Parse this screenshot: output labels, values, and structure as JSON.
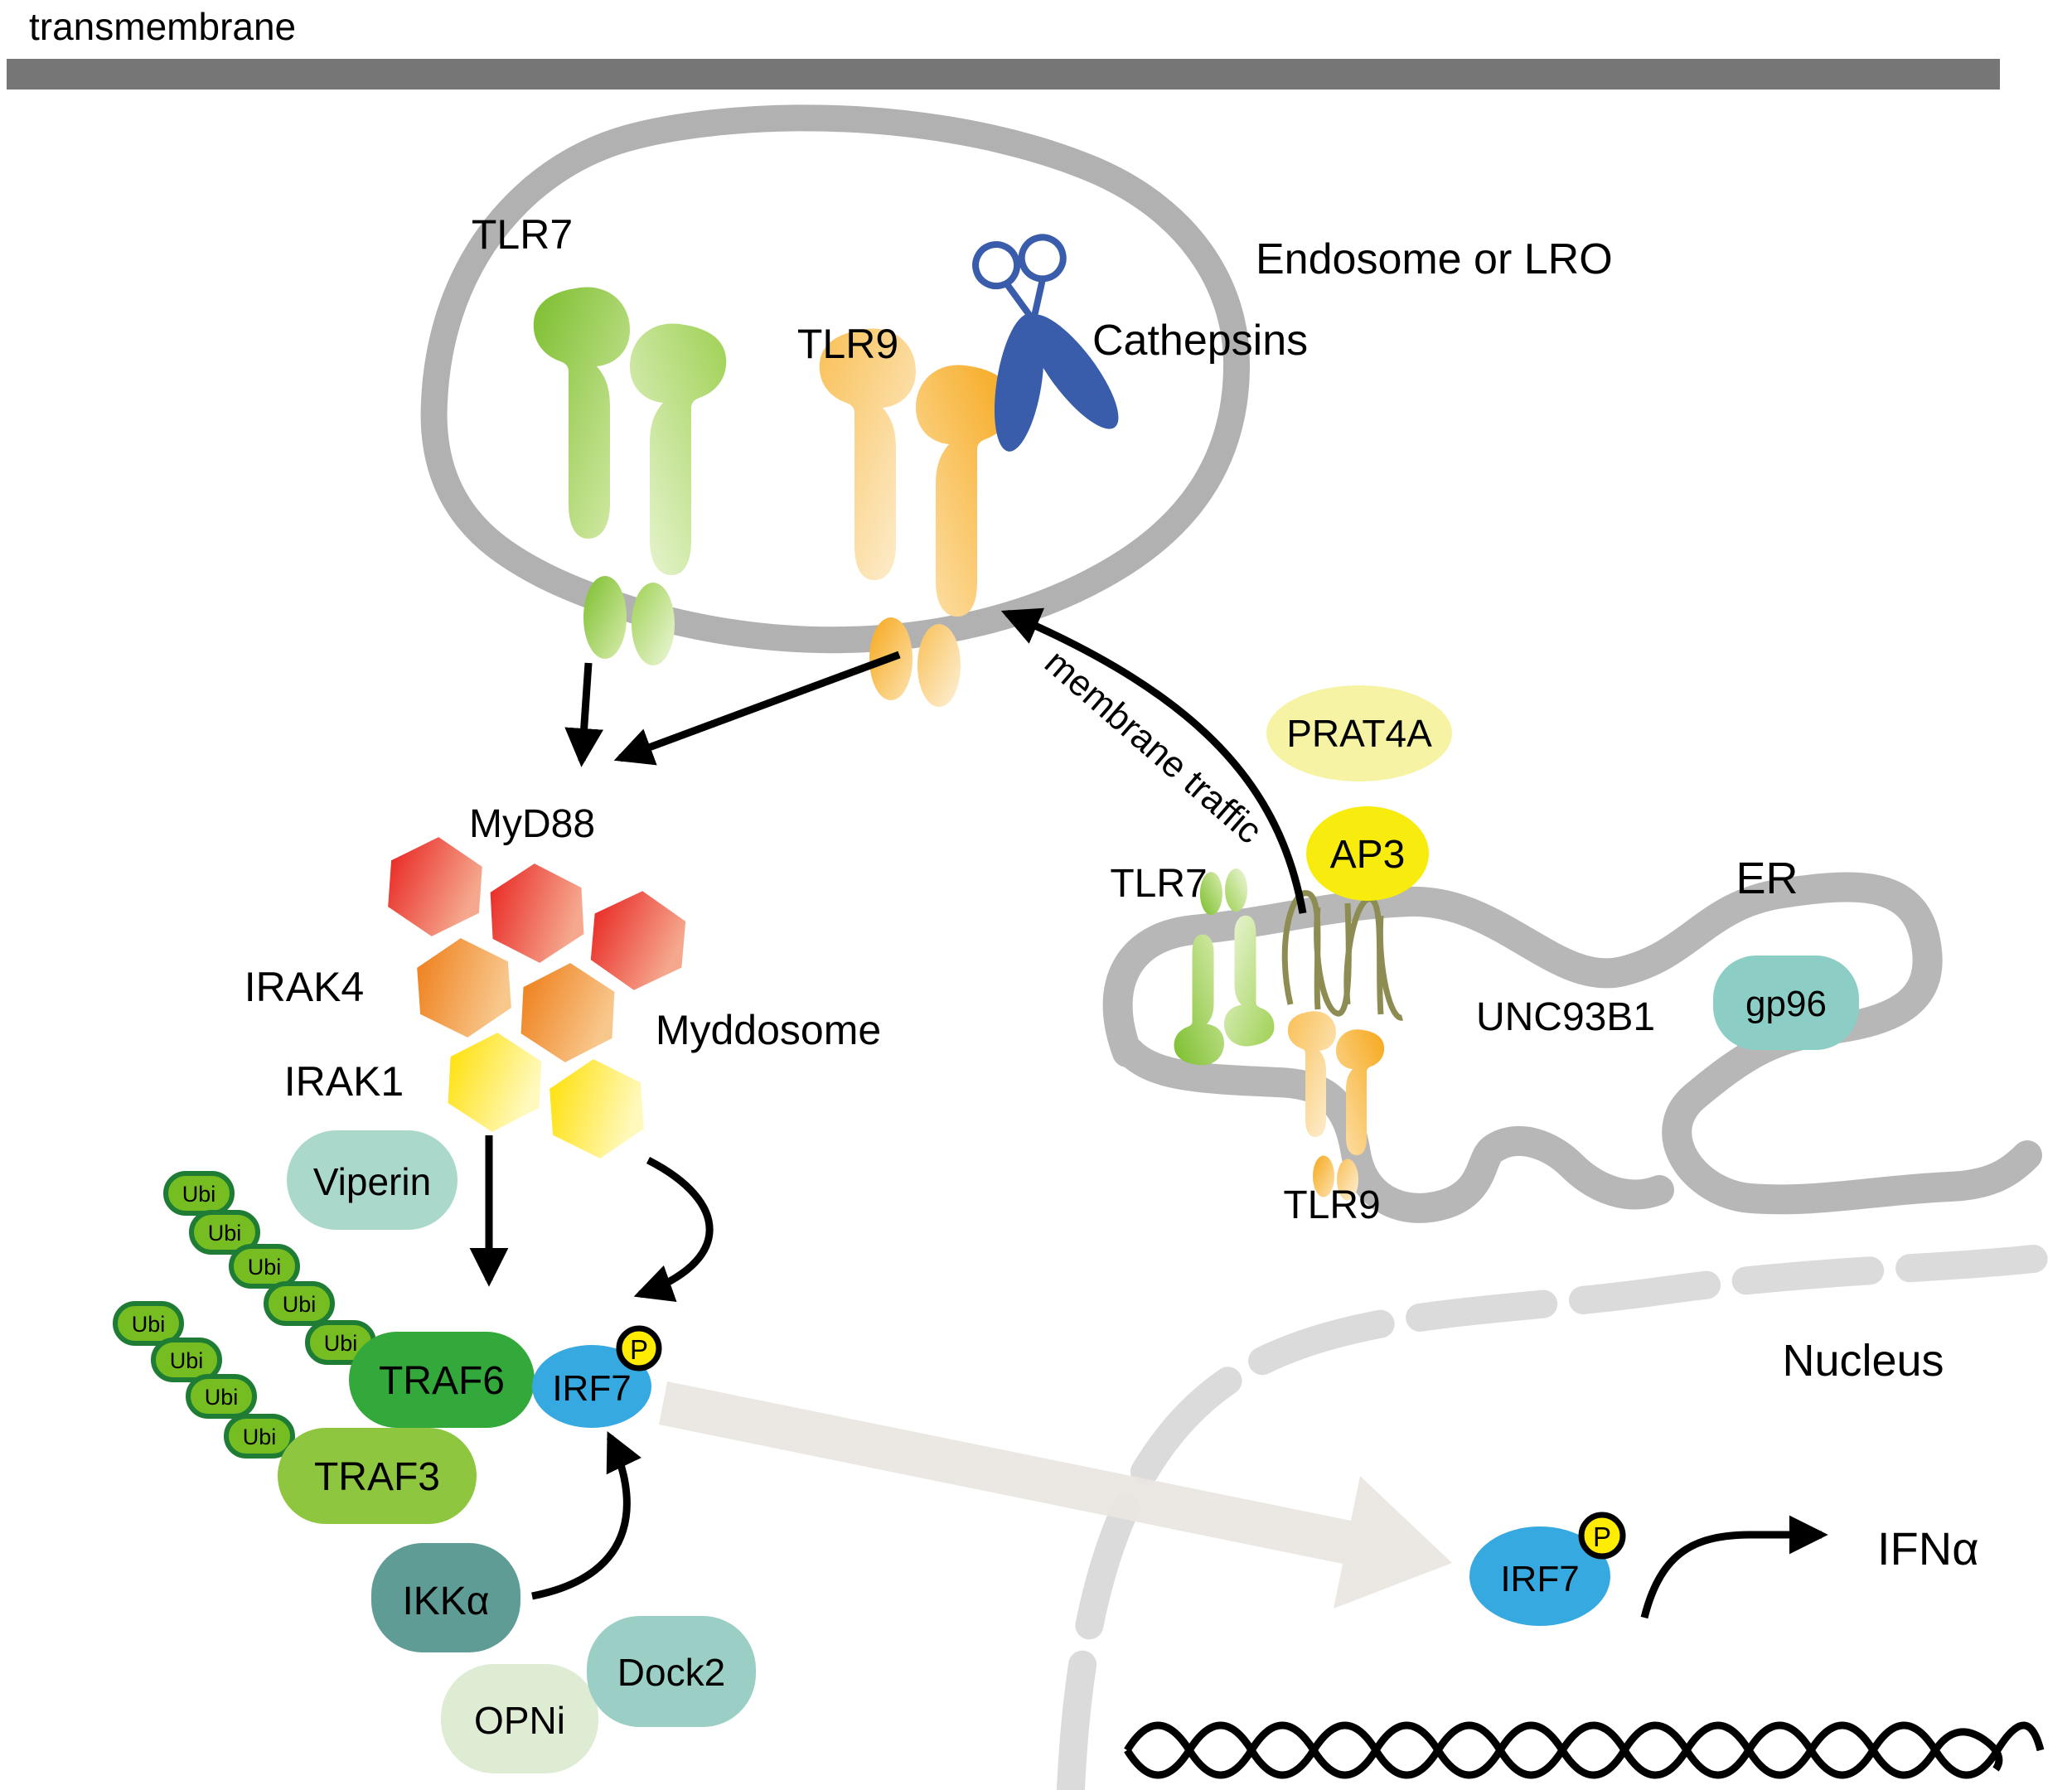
{
  "figure": {
    "type": "signaling-pathway-diagram",
    "topic": "TLR7/TLR9 endosomal signaling to IRF7 and IFN-alpha induction"
  },
  "labels": {
    "transmembrane": "transmembrane",
    "endosome": "Endosome or LRO",
    "tlr7": "TLR7",
    "tlr9": "TLR9",
    "cathepsins": "Cathepsins",
    "myd88": "MyD88",
    "irak4": "IRAK4",
    "irak1": "IRAK1",
    "myddosome": "Myddosome",
    "viperin": "Viperin",
    "ubi": "Ubi",
    "traf6": "TRAF6",
    "traf3": "TRAF3",
    "ikka": "IKKα",
    "opni": "OPNi",
    "dock2": "Dock2",
    "irf7": "IRF7",
    "p_badge": "P",
    "membrane_traffic": "membrane traffic",
    "prat4a": "PRAT4A",
    "ap3": "AP3",
    "unc93b1": "UNC93B1",
    "gp96": "gp96",
    "er": "ER",
    "nucleus": "Nucleus",
    "ifna": "IFNα"
  },
  "colors": {
    "membrane_bar": "#767676",
    "endosome_outline": "#b1b1b1",
    "er_membrane": "#b7b7b7",
    "nuclear_envelope": "#dbdbdb",
    "big_arrow": "#eae7e3",
    "tlr7_green": "#7cbe2e",
    "tlr9_orange": "#f6a81c",
    "cathepsins_blue": "#3a5dab",
    "myd88_red": "#e8231f",
    "irak4_orange": "#ee7c17",
    "irak1_yellow": "#ffdf00",
    "viperin_teal": "#aad8cb",
    "ubi_green": "#76bd22",
    "ubi_border": "#1e7c35",
    "traf6_green": "#33a93c",
    "traf3_green": "#8ec63f",
    "ikka_teal": "#5f9c96",
    "opni_pale": "#dfecd4",
    "dock2_teal": "#9bcfc5",
    "gp96_teal": "#8ccec5",
    "irf7_blue": "#36a9e1",
    "p_yellow": "#ffec00",
    "p_letter_red": "#e8231f",
    "prat4a_pale_yellow": "#f6f3a4",
    "ap3_yellow": "#f8ec0e",
    "unc93b1_olive": "#8d8c52"
  }
}
